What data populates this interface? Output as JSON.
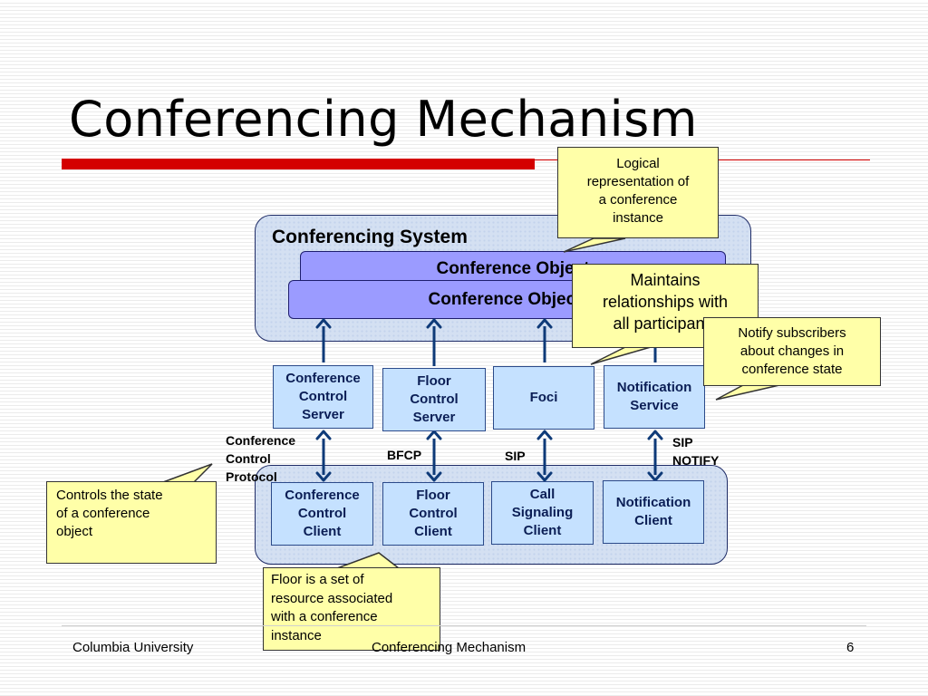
{
  "slide": {
    "title": "Conferencing Mechanism",
    "footer_left": "Columbia University",
    "footer_center": "Conferencing Mechanism",
    "page_number": "6"
  },
  "diagram": {
    "system_label": "Conferencing System",
    "conference_object_back": "Conference Object",
    "conference_object_front": "Conference Object",
    "servers": {
      "conference_control_server": "Conference\nControl\nServer",
      "floor_control_server": "Floor\nControl\nServer",
      "foci": "Foci",
      "notification_service": "Notification\nService"
    },
    "clients": {
      "conference_control_client": "Conference\nControl\nClient",
      "floor_control_client": "Floor\nControl\nClient",
      "call_signaling_client": "Call\nSignaling\nClient",
      "notification_client": "Notification\nClient"
    },
    "protocols": {
      "conference_control_protocol": "Conference\nControl\nProtocol",
      "bfcp": "BFCP",
      "sip": "SIP",
      "sip_notify": "SIP\nNOTIFY"
    },
    "callouts": {
      "logical_representation": "Logical\nrepresentation of\na conference\ninstance",
      "maintains_relationships": "Maintains\nrelationships with\nall participants",
      "notify_subscribers": "Notify subscribers\nabout changes in\nconference state",
      "controls_state": "Controls the state\nof a conference\nobject",
      "floor_definition": "Floor is a set of\nresource associated\nwith a conference\ninstance"
    }
  }
}
